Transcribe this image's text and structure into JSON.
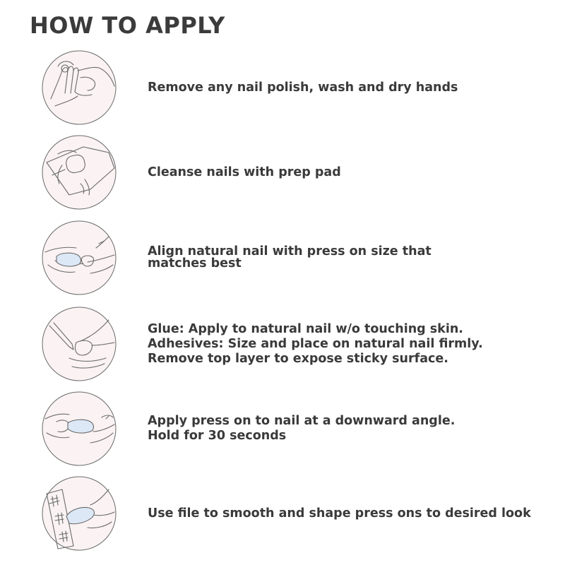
{
  "title": "HOW TO APPLY",
  "colors": {
    "circle_fill": "#fbf3f3",
    "outline": "#6a6a6a",
    "nail_fill": "#dde8f7",
    "text": "#3a3a3a"
  },
  "steps": [
    {
      "icon": "remove-polish-hand-icon",
      "lines": [
        "Remove any nail polish, wash and dry hands"
      ]
    },
    {
      "icon": "prep-pad-icon",
      "lines": [
        "Cleanse nails with prep pad"
      ]
    },
    {
      "icon": "align-nail-icon",
      "lines": [
        "Align natural nail with press on size that",
        "matches best"
      ]
    },
    {
      "icon": "glue-nail-icon",
      "lines": [
        "Glue: Apply to natural nail w/o touching skin.",
        "Adhesives: Size and place on natural nail firmly.",
        "Remove top layer to expose sticky surface."
      ]
    },
    {
      "icon": "press-nail-icon",
      "lines": [
        "Apply press on to nail at a downward angle.",
        "Hold for 30 seconds"
      ]
    },
    {
      "icon": "file-nail-icon",
      "lines": [
        "Use file to smooth and shape press ons to desired look"
      ]
    }
  ]
}
